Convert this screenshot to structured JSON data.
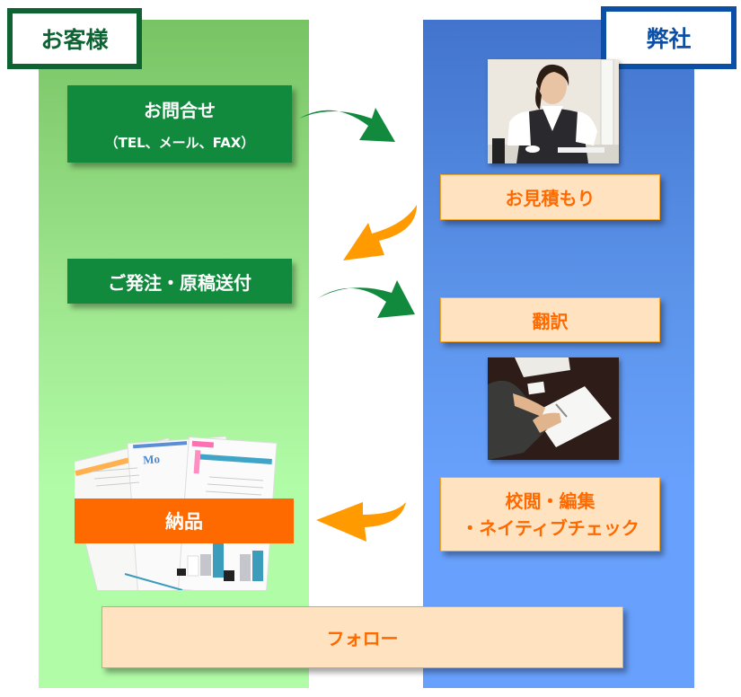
{
  "colors": {
    "customer_dark": "#0e6333",
    "customer_box": "#128a3e",
    "company_dark": "#0b4fa6",
    "peach_bg": "#ffe3c0",
    "peach_text": "#ff6a00",
    "delivery_bg": "#ff6a00",
    "arrow_green": "#128a3e",
    "arrow_orange": "#ff9a00"
  },
  "lanes": {
    "customer": {
      "label": "お客様"
    },
    "company": {
      "label": "弊社"
    }
  },
  "steps": {
    "inquiry": {
      "title": "お問合せ",
      "subtitle": "（TEL、メール、FAX）"
    },
    "quote": {
      "label": "お見積もり"
    },
    "order": {
      "label": "ご発注・原稿送付"
    },
    "translate": {
      "label": "翻訳"
    },
    "proof": {
      "line1": "校閲・編集",
      "line2": "・ネイティブチェック"
    },
    "delivery": {
      "label": "納品"
    },
    "follow": {
      "label": "フォロー"
    }
  },
  "images": {
    "operator": "operator-photo",
    "writing": "writing-photo",
    "documents": "documents-photo",
    "doc_heading": "Mo"
  }
}
